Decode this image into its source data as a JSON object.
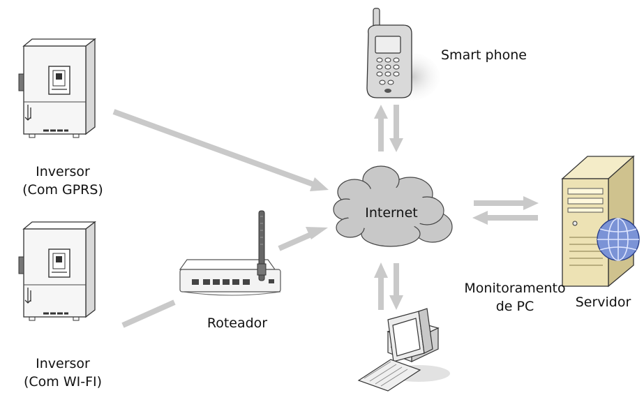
{
  "nodes": {
    "inverter_gprs": {
      "line1": "Inversor",
      "line2": "(Com GPRS)"
    },
    "inverter_wifi": {
      "line1": "Inversor",
      "line2": "(Com WI-FI)"
    },
    "router": {
      "label": "Roteador"
    },
    "internet": {
      "label": "Internet"
    },
    "smartphone": {
      "label": "Smart phone"
    },
    "server": {
      "label": "Servidor"
    },
    "pc": {
      "line1": "Monitoramento",
      "line2": "de PC"
    }
  },
  "icons": {
    "inverter": "inverter-icon",
    "router": "router-icon",
    "cloud": "cloud-icon",
    "phone": "smartphone-icon",
    "server": "server-icon",
    "globe": "globe-icon",
    "pc": "desktop-pc-icon"
  },
  "colors": {
    "arrow": "#c9c9c9",
    "cloud": "#c8c8c8",
    "device_body": "#f4f4f4",
    "server_body": "#ede2b4",
    "globe": "#7b93d6"
  }
}
